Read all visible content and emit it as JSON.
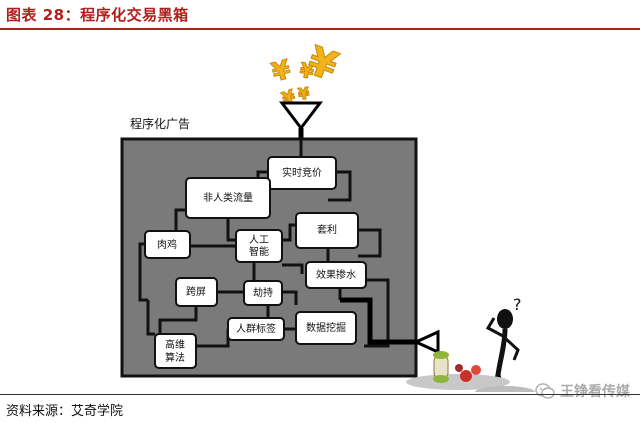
{
  "header": {
    "title": "图表 28：程序化交易黑箱"
  },
  "diagram": {
    "box_label": "程序化广告",
    "nodes": {
      "rtb": "实时竞价",
      "nonhuman": "非人类流量",
      "arbitrage": "套利",
      "meat": "肉鸡",
      "ai": "人工\n智能",
      "effect": "效果掺水",
      "cookie": "跨屏",
      "hijack": "劫持",
      "segment": "人群标签",
      "mining": "数据挖掘",
      "algo": "高维\n算法"
    },
    "money_symbol": "¥"
  },
  "footer": {
    "source": "资料来源：艾奇学院"
  },
  "watermark": {
    "text": "王铮看传媒"
  }
}
